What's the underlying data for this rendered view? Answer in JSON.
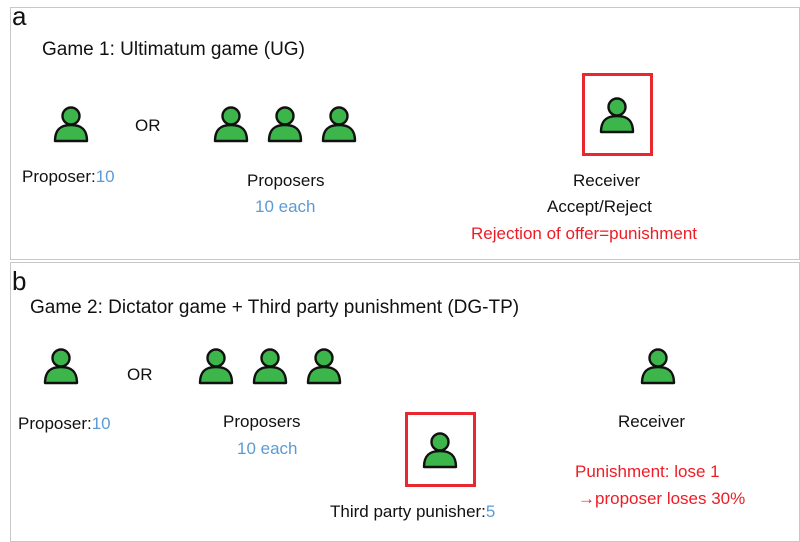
{
  "panel_a": {
    "letter": "a",
    "title": "Game 1: Ultimatum game (UG)",
    "or_label": "OR",
    "proposer_label": "Proposer:",
    "proposer_value": "10",
    "proposers_label": "Proposers",
    "proposers_value": "10 each",
    "receiver_label": "Receiver",
    "receiver_action": "Accept/Reject",
    "receiver_note": "Rejection of offer=punishment"
  },
  "panel_b": {
    "letter": "b",
    "title": "Game 2: Dictator game + Third party punishment (DG-TP)",
    "or_label": "OR",
    "proposer_label": "Proposer:",
    "proposer_value": "10",
    "proposers_label": "Proposers",
    "proposers_value": "10 each",
    "receiver_label": "Receiver",
    "punisher_label": "Third party punisher:",
    "punisher_value": "5",
    "punishment_line1": "Punishment: lose 1",
    "punishment_line2": "→proposer loses 30%"
  },
  "colors": {
    "person_fill": "#3cb64a",
    "highlight": "#e8282e",
    "value_text": "#5b9bd5",
    "note_text": "#ee1c25"
  },
  "icons": {
    "person": "person-icon"
  }
}
